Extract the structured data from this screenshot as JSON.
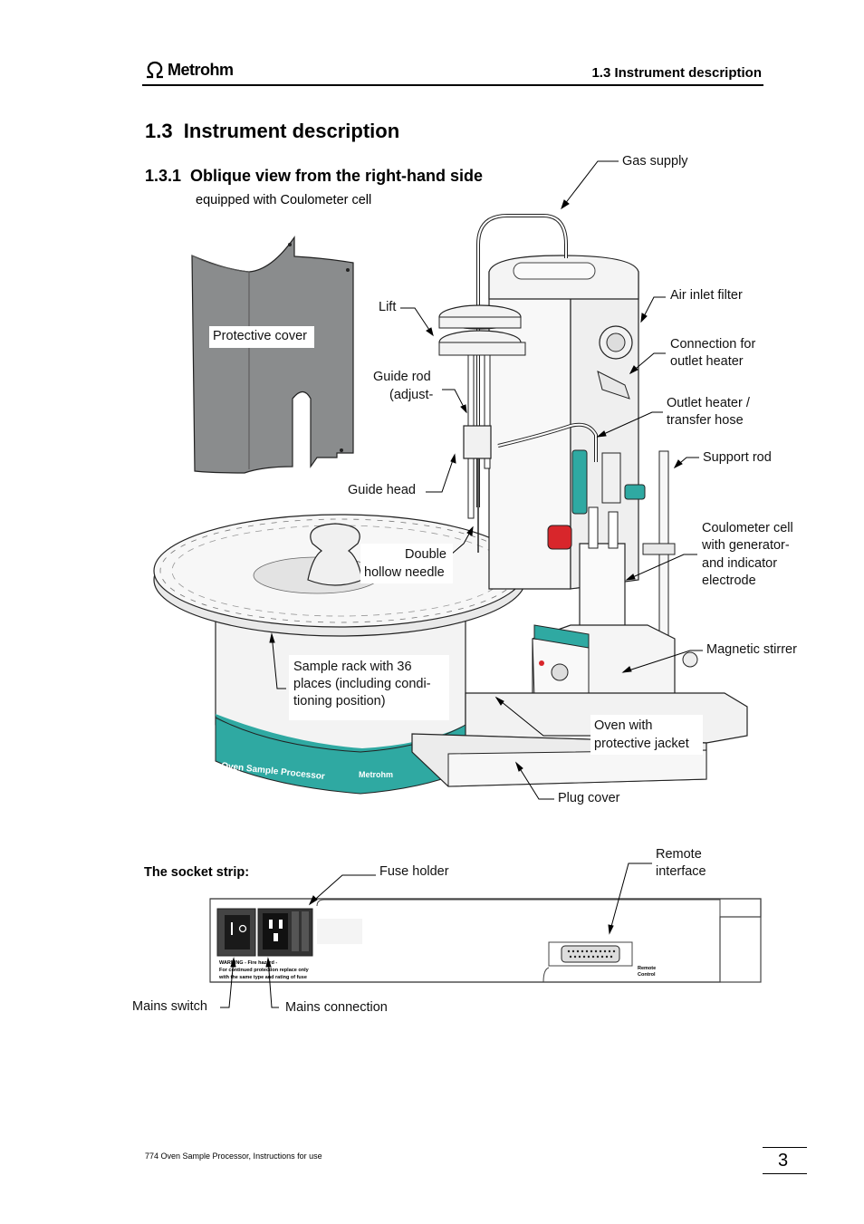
{
  "header": {
    "brand": "Metrohm",
    "section": "1.3 Instrument description"
  },
  "title": "1.3  Instrument description",
  "subsection": {
    "title": "1.3.1  Oblique view from the right-hand side",
    "note": "equipped with Coulometer cell"
  },
  "labels": {
    "gas_supply": "Gas supply",
    "air_inlet_filter": "Air inlet filter",
    "lift": "Lift",
    "protective_cover": "Protective cover",
    "connection_1": "Connection for",
    "connection_2": "outlet heater",
    "guide_rod_1": "Guide rod",
    "guide_rod_2": "(adjust-",
    "outlet_heater_1": "Outlet heater /",
    "outlet_heater_2": "transfer hose",
    "support_rod": "Support rod",
    "guide_head": "Guide head",
    "coulometer_1": "Coulometer cell",
    "coulometer_2": "with generator-",
    "coulometer_3": "and indicator",
    "coulometer_4": "electrode",
    "needle_1": "Double",
    "needle_2": "hollow needle",
    "magnetic_stirrer": "Magnetic stirrer",
    "rack_1": "Sample rack with 36",
    "rack_2": "places (including condi-",
    "rack_3": "tioning position)",
    "oven_1": "Oven with",
    "oven_2": "protective jacket",
    "plug_cover": "Plug cover"
  },
  "device": {
    "band_text": "Oven Sample   Processor",
    "band_logo": "Metrohm"
  },
  "socket": {
    "heading": "The socket strip:",
    "fuse_holder": "Fuse holder",
    "remote_1": "Remote",
    "remote_2": "interface",
    "mains_switch": "Mains switch",
    "mains_connection": "Mains connection",
    "warning_1": "WARNING - Fire hazard -",
    "warning_2": "For continued protection replace only",
    "warning_3": "with the same type and rating of fuse",
    "remote_tag_1": "Remote",
    "remote_tag_2": "Control"
  },
  "footer": {
    "doc": "774 Oven Sample Processor, Instructions for use",
    "page": "3"
  },
  "colors": {
    "teal": "#2fa9a2",
    "red": "#d8262b",
    "cover_gray": "#8a8c8d"
  }
}
